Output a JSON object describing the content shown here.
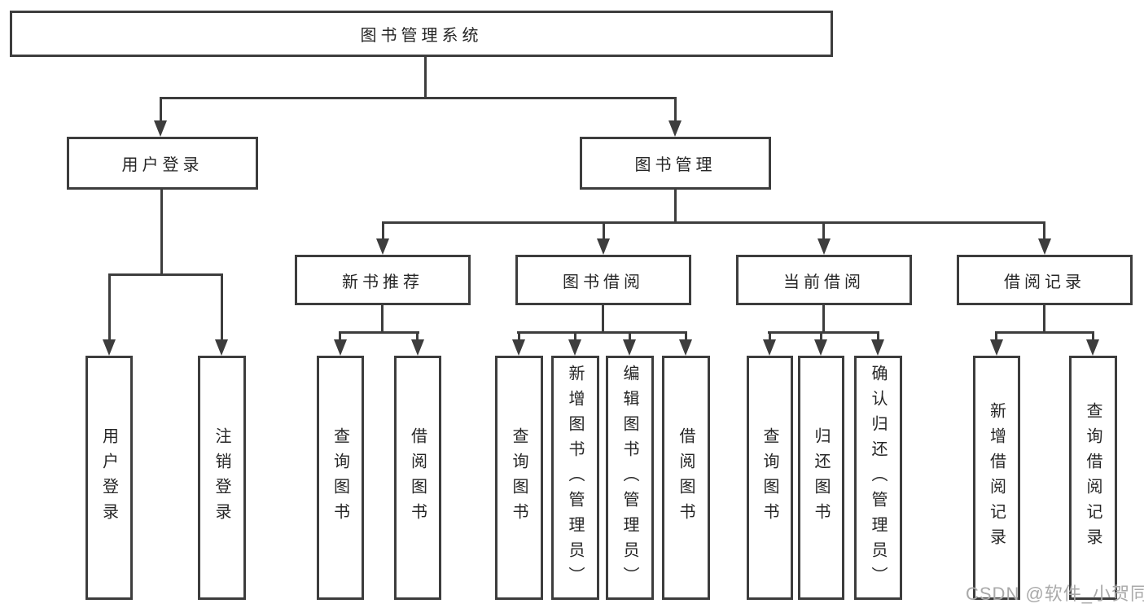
{
  "colors": {
    "line": "#3d3d3d",
    "text": "#262626",
    "watermark": "#a9a9a9",
    "background": "#ffffff"
  },
  "tree": {
    "root": {
      "label": "图书管理系统"
    },
    "level2": [
      {
        "label": "用户登录"
      },
      {
        "label": "图书管理"
      }
    ],
    "user_children": [
      {
        "label": "用户登录"
      },
      {
        "label": "注销登录"
      }
    ],
    "groups": [
      {
        "label": "新书推荐",
        "children": [
          {
            "label": "查询图书"
          },
          {
            "label": "借阅图书"
          }
        ]
      },
      {
        "label": "图书借阅",
        "children": [
          {
            "label": "查询图书"
          },
          {
            "label": "新增图书（管理员）"
          },
          {
            "label": "编辑图书（管理员）"
          },
          {
            "label": "借阅图书"
          }
        ]
      },
      {
        "label": "当前借阅",
        "children": [
          {
            "label": "查询图书"
          },
          {
            "label": "归还图书"
          },
          {
            "label": "确认归还（管理员）"
          }
        ]
      },
      {
        "label": "借阅记录",
        "children": [
          {
            "label": "新增借阅记录"
          },
          {
            "label": "查询借阅记录"
          }
        ]
      }
    ]
  },
  "watermark": {
    "text": "CSDN @软件_小贺同学"
  }
}
